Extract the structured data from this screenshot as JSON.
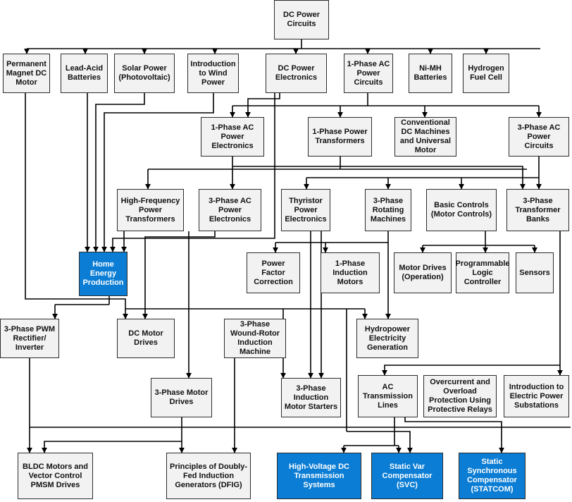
{
  "colors": {
    "node_fill": "#f2f2f2",
    "highlight_fill": "#0b7dd4",
    "line": "#000000"
  },
  "nodes": {
    "dc_power_circuits": "DC Power\nCircuits",
    "pm_dc_motor": "Permanent\nMagnet DC\nMotor",
    "lead_acid": "Lead-Acid\nBatteries",
    "solar_power": "Solar Power\n(Photovoltaic)",
    "intro_wind": "Introduction\nto Wind\nPower",
    "dc_power_electronics": "DC Power\nElectronics",
    "one_phase_ac_circuits": "1-Phase AC\nPower\nCircuits",
    "nimh": "Ni-MH\nBatteries",
    "hydrogen": "Hydrogen\nFuel Cell",
    "one_phase_ac_pe": "1-Phase AC\nPower\nElectronics",
    "one_phase_transformers": "1-Phase Power\nTransformers",
    "conventional_dc": "Conventional\nDC Machines\nand Universal\nMotor",
    "three_phase_ac_circuits": "3-Phase AC\nPower\nCircuits",
    "hf_transformers": "High-Frequency\nPower\nTransformers",
    "three_phase_ac_pe": "3-Phase AC\nPower\nElectronics",
    "thyristor": "Thyristor\nPower\nElectronics",
    "three_phase_rotating": "3-Phase\nRotating\nMachines",
    "basic_controls": "Basic Controls\n(Motor Controls)",
    "three_phase_transformer_banks": "3-Phase\nTransformer\nBanks",
    "home_energy": "Home\nEnergy\nProduction",
    "power_factor": "Power Factor\nCorrection",
    "one_phase_induction": "1-Phase\nInduction\nMotors",
    "motor_drives_op": "Motor Drives\n(Operation)",
    "plc": "Programmable\nLogic\nController",
    "sensors": "Sensors",
    "pwm_rectifier": "3-Phase PWM\nRectifier/\nInverter",
    "dc_motor_drives": "DC Motor\nDrives",
    "wound_rotor": "3-Phase\nWound-Rotor\nInduction\nMachine",
    "hydropower": "Hydropower\nElectricity\nGeneration",
    "three_phase_motor_drives": "3-Phase Motor\nDrives",
    "induction_starters": "3-Phase\nInduction\nMotor Starters",
    "ac_transmission": "AC\nTransmission\nLines",
    "overcurrent": "Overcurrent and\nOverload\nProtection Using\nProtective Relays",
    "substations": "Introduction to\nElectric Power\nSubstations",
    "bldc": "BLDC Motors and\nVector Control\nPMSM Drives",
    "dfig": "Principles of Doubly-\nFed Induction\nGenerators (DFIG)",
    "hvdc": "High-Voltage DC\nTransmission\nSystems",
    "svc": "Static Var\nCompensator\n(SVC)",
    "statcom": "Static\nSynchronous\nCompensator\n(STATCOM)"
  }
}
